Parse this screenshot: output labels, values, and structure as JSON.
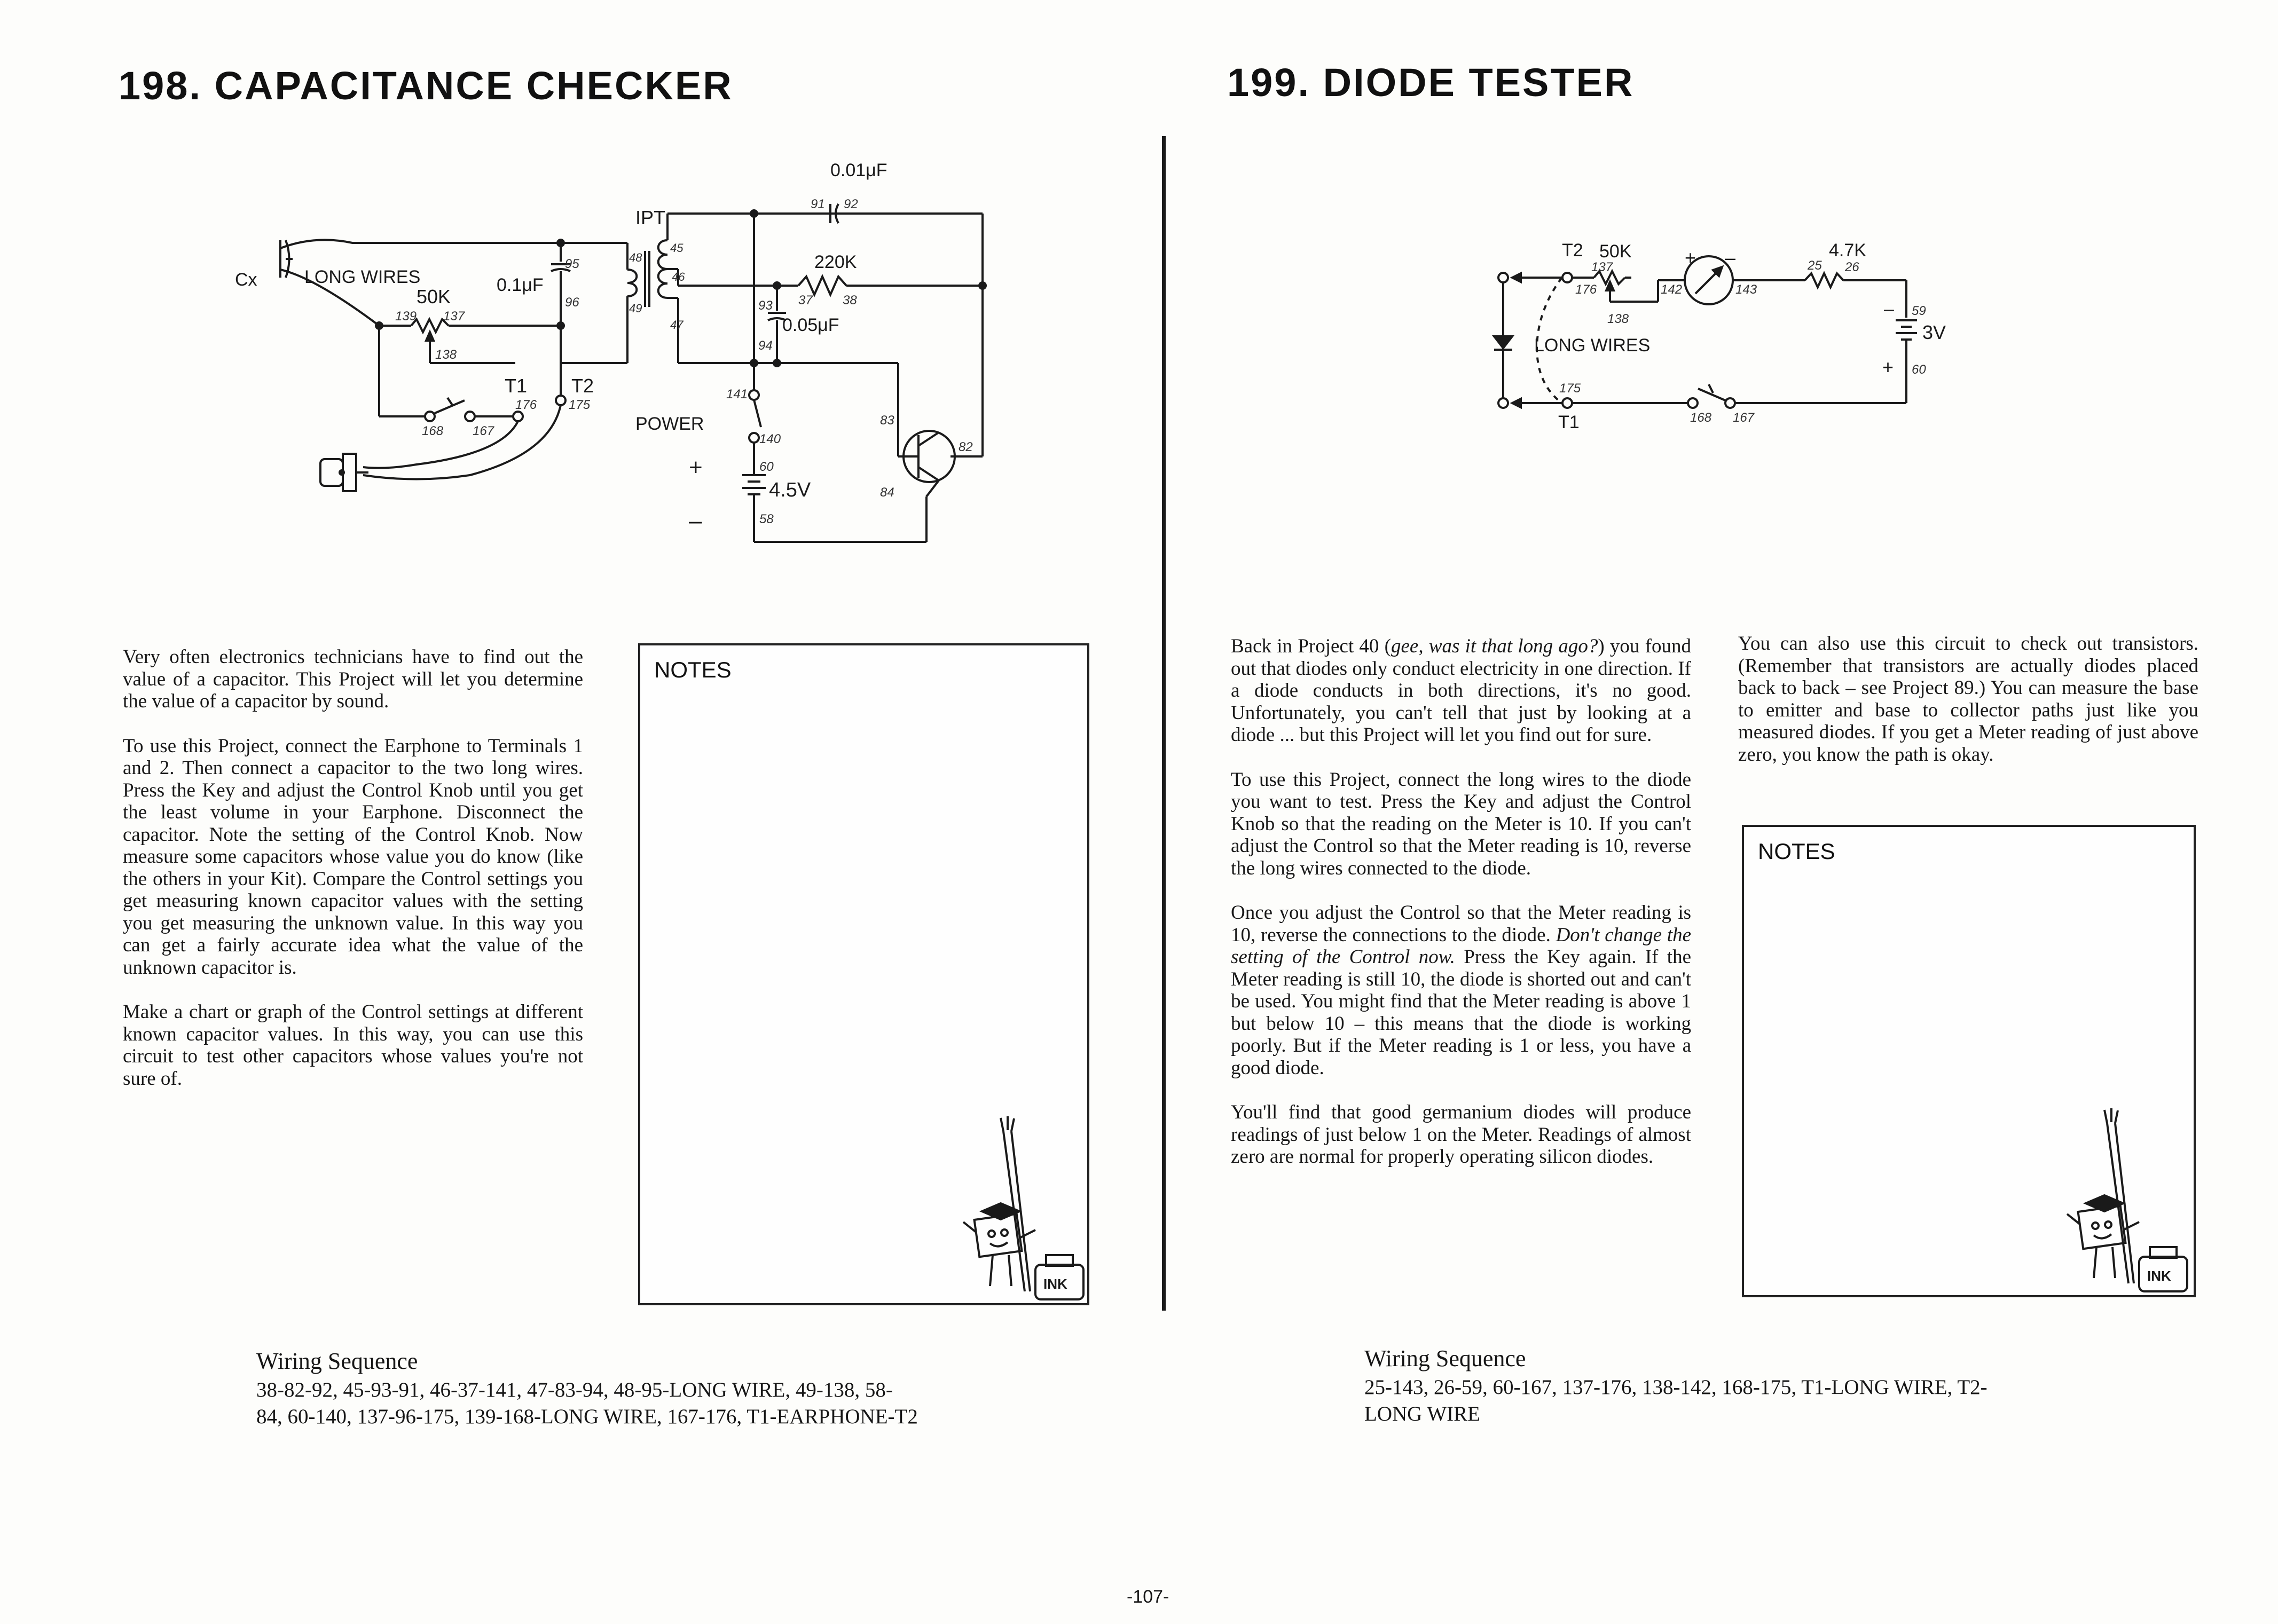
{
  "projects": [
    {
      "heading": "198. CAPACITANCE CHECKER",
      "diagram_labels": {
        "cx": "Cx",
        "long_wires": "LONG WIRES",
        "r_50k": "50K",
        "c_01": "0.1μF",
        "ipt": "IPT",
        "c_001": "0.01μF",
        "r_220k": "220K",
        "c_005": "0.05μF",
        "t1": "T1",
        "t2": "T2",
        "power": "POWER",
        "batt": "4.5V",
        "plus": "+",
        "minus": "–",
        "n95": "95",
        "n96": "96",
        "n139": "139",
        "n137": "137",
        "n138": "138",
        "n176": "176",
        "n175": "175",
        "n168": "168",
        "n167": "167",
        "n48": "48",
        "n49": "49",
        "n45": "45",
        "n46": "46",
        "n47": "47",
        "n91": "91",
        "n92": "92",
        "n37": "37",
        "n38": "38",
        "n93": "93",
        "n94": "94",
        "n141": "141",
        "n140": "140",
        "n60": "60",
        "n58": "58",
        "n83": "83",
        "n82": "82",
        "n84": "84"
      },
      "paragraphs": [
        "Very often electronics technicians have to find out the value of a capacitor. This Project will let you determine the value of a capacitor by sound.",
        "To use this Project, connect the Earphone to Terminals 1 and 2. Then connect a capacitor to the two long wires. Press the Key and adjust the Control Knob until you get the least volume in your Earphone. Disconnect the capacitor. Note the setting of the Control Knob. Now measure some capacitors whose value you do know (like the others in your Kit). Compare the Control settings you get measuring known capacitor values with the setting you get measuring the unknown value. In this way you can get a fairly accurate idea what the value of the unknown capacitor is.",
        "Make a chart or graph of the Control settings at different known capacitor values. In this way, you can use this circuit to test other capacitors whose values you're not sure of."
      ],
      "notes_label": "NOTES",
      "ink_label": "INK",
      "wiring_heading": "Wiring Sequence",
      "wiring_line1": "38-82-92, 45-93-91, 46-37-141, 47-83-94, 48-95-LONG WIRE, 49-138, 58-",
      "wiring_line2": "84, 60-140, 137-96-175, 139-168-LONG WIRE, 167-176, T1-EARPHONE-T2"
    },
    {
      "heading": "199. DIODE TESTER",
      "diagram_labels": {
        "t2": "T2",
        "r_50k": "50K",
        "plus": "+",
        "minus": "–",
        "r_47k": "4.7K",
        "batt": "3V",
        "long_wires": "LONG WIRES",
        "t1": "T1",
        "n137": "137",
        "n176": "176",
        "n138": "138",
        "n142": "142",
        "n143": "143",
        "n25": "25",
        "n26": "26",
        "n59": "59",
        "n60": "60",
        "n175": "175",
        "n168": "168",
        "n167": "167"
      },
      "paragraphs_col1": [
        {
          "before": "Back in Project 40 (",
          "em": "gee, was it that long ago?",
          "after": ") you found out that diodes only conduct electricity in one direction. If a diode conducts in both directions, it's no good. Unfortunately, you can't tell that just by looking at a diode ... but this Project will let you find out for sure."
        },
        {
          "before": "To use this Project, connect the long wires to the diode you want to test. Press the Key and adjust the Control Knob so that the reading on the Meter is 10. If you can't adjust the Control so that the Meter reading is 10, reverse the long wires connected to the diode.",
          "em": "",
          "after": ""
        },
        {
          "before": "Once you adjust the Control so that the Meter reading is 10, reverse the connections to the diode. ",
          "em": "Don't change the setting of the Control now.",
          "after": " Press the Key again. If the Meter reading is still 10, the diode is shorted out and can't be used. You might find that the Meter reading is above 1 but below 10 – this means that the diode is working poorly. But if the Meter reading is 1 or less, you have a good diode."
        },
        {
          "before": "You'll find that good germanium diodes will produce readings of just below 1 on the Meter. Readings of almost zero are normal for properly operating silicon diodes.",
          "em": "",
          "after": ""
        }
      ],
      "paragraph_col2": "You can also use this circuit to check out transistors. (Remember that transistors are actually diodes placed back to back – see Project 89.) You can measure the base to emitter and base to collector paths just like you measured diodes. If you get a Meter reading of just above zero, you know the path is okay.",
      "notes_label": "NOTES",
      "ink_label": "INK",
      "wiring_heading": "Wiring Sequence",
      "wiring_line1": "25-143, 26-59, 60-167, 137-176, 138-142, 168-175, T1-LONG WIRE, T2-",
      "wiring_line2": "LONG WIRE"
    }
  ],
  "page_number": "-107-"
}
